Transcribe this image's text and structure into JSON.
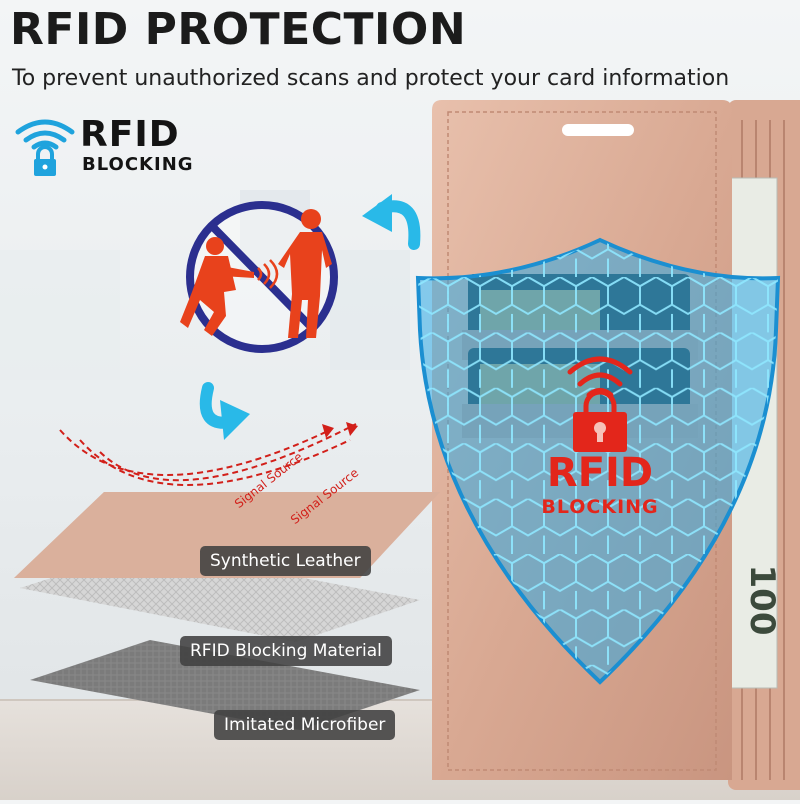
{
  "header": {
    "title": "RFID PROTECTION",
    "subtitle": "To prevent unauthorized scans and protect your card information"
  },
  "logo": {
    "title": "RFID",
    "subtitle": "BLOCKING"
  },
  "shield": {
    "title": "RFID",
    "subtitle": "BLOCKING"
  },
  "layers": [
    {
      "label": "Synthetic Leather"
    },
    {
      "label": "RFID Blocking Material"
    },
    {
      "label": "Imitated Microfiber"
    }
  ],
  "signals": [
    "Signal Source",
    "Signal Source"
  ],
  "bill": {
    "denomination": "100"
  },
  "colors": {
    "rfid_red": "#e3261b",
    "shield_blue": "#2ea9e6",
    "arrow_cyan": "#29b9e8",
    "leather": "#d9a993",
    "logo_wave": "#1fa3dd"
  },
  "icons": [
    "wifi-lock-icon",
    "no-skimming-icon",
    "curved-arrow-icon",
    "shield-icon",
    "padlock-icon"
  ]
}
